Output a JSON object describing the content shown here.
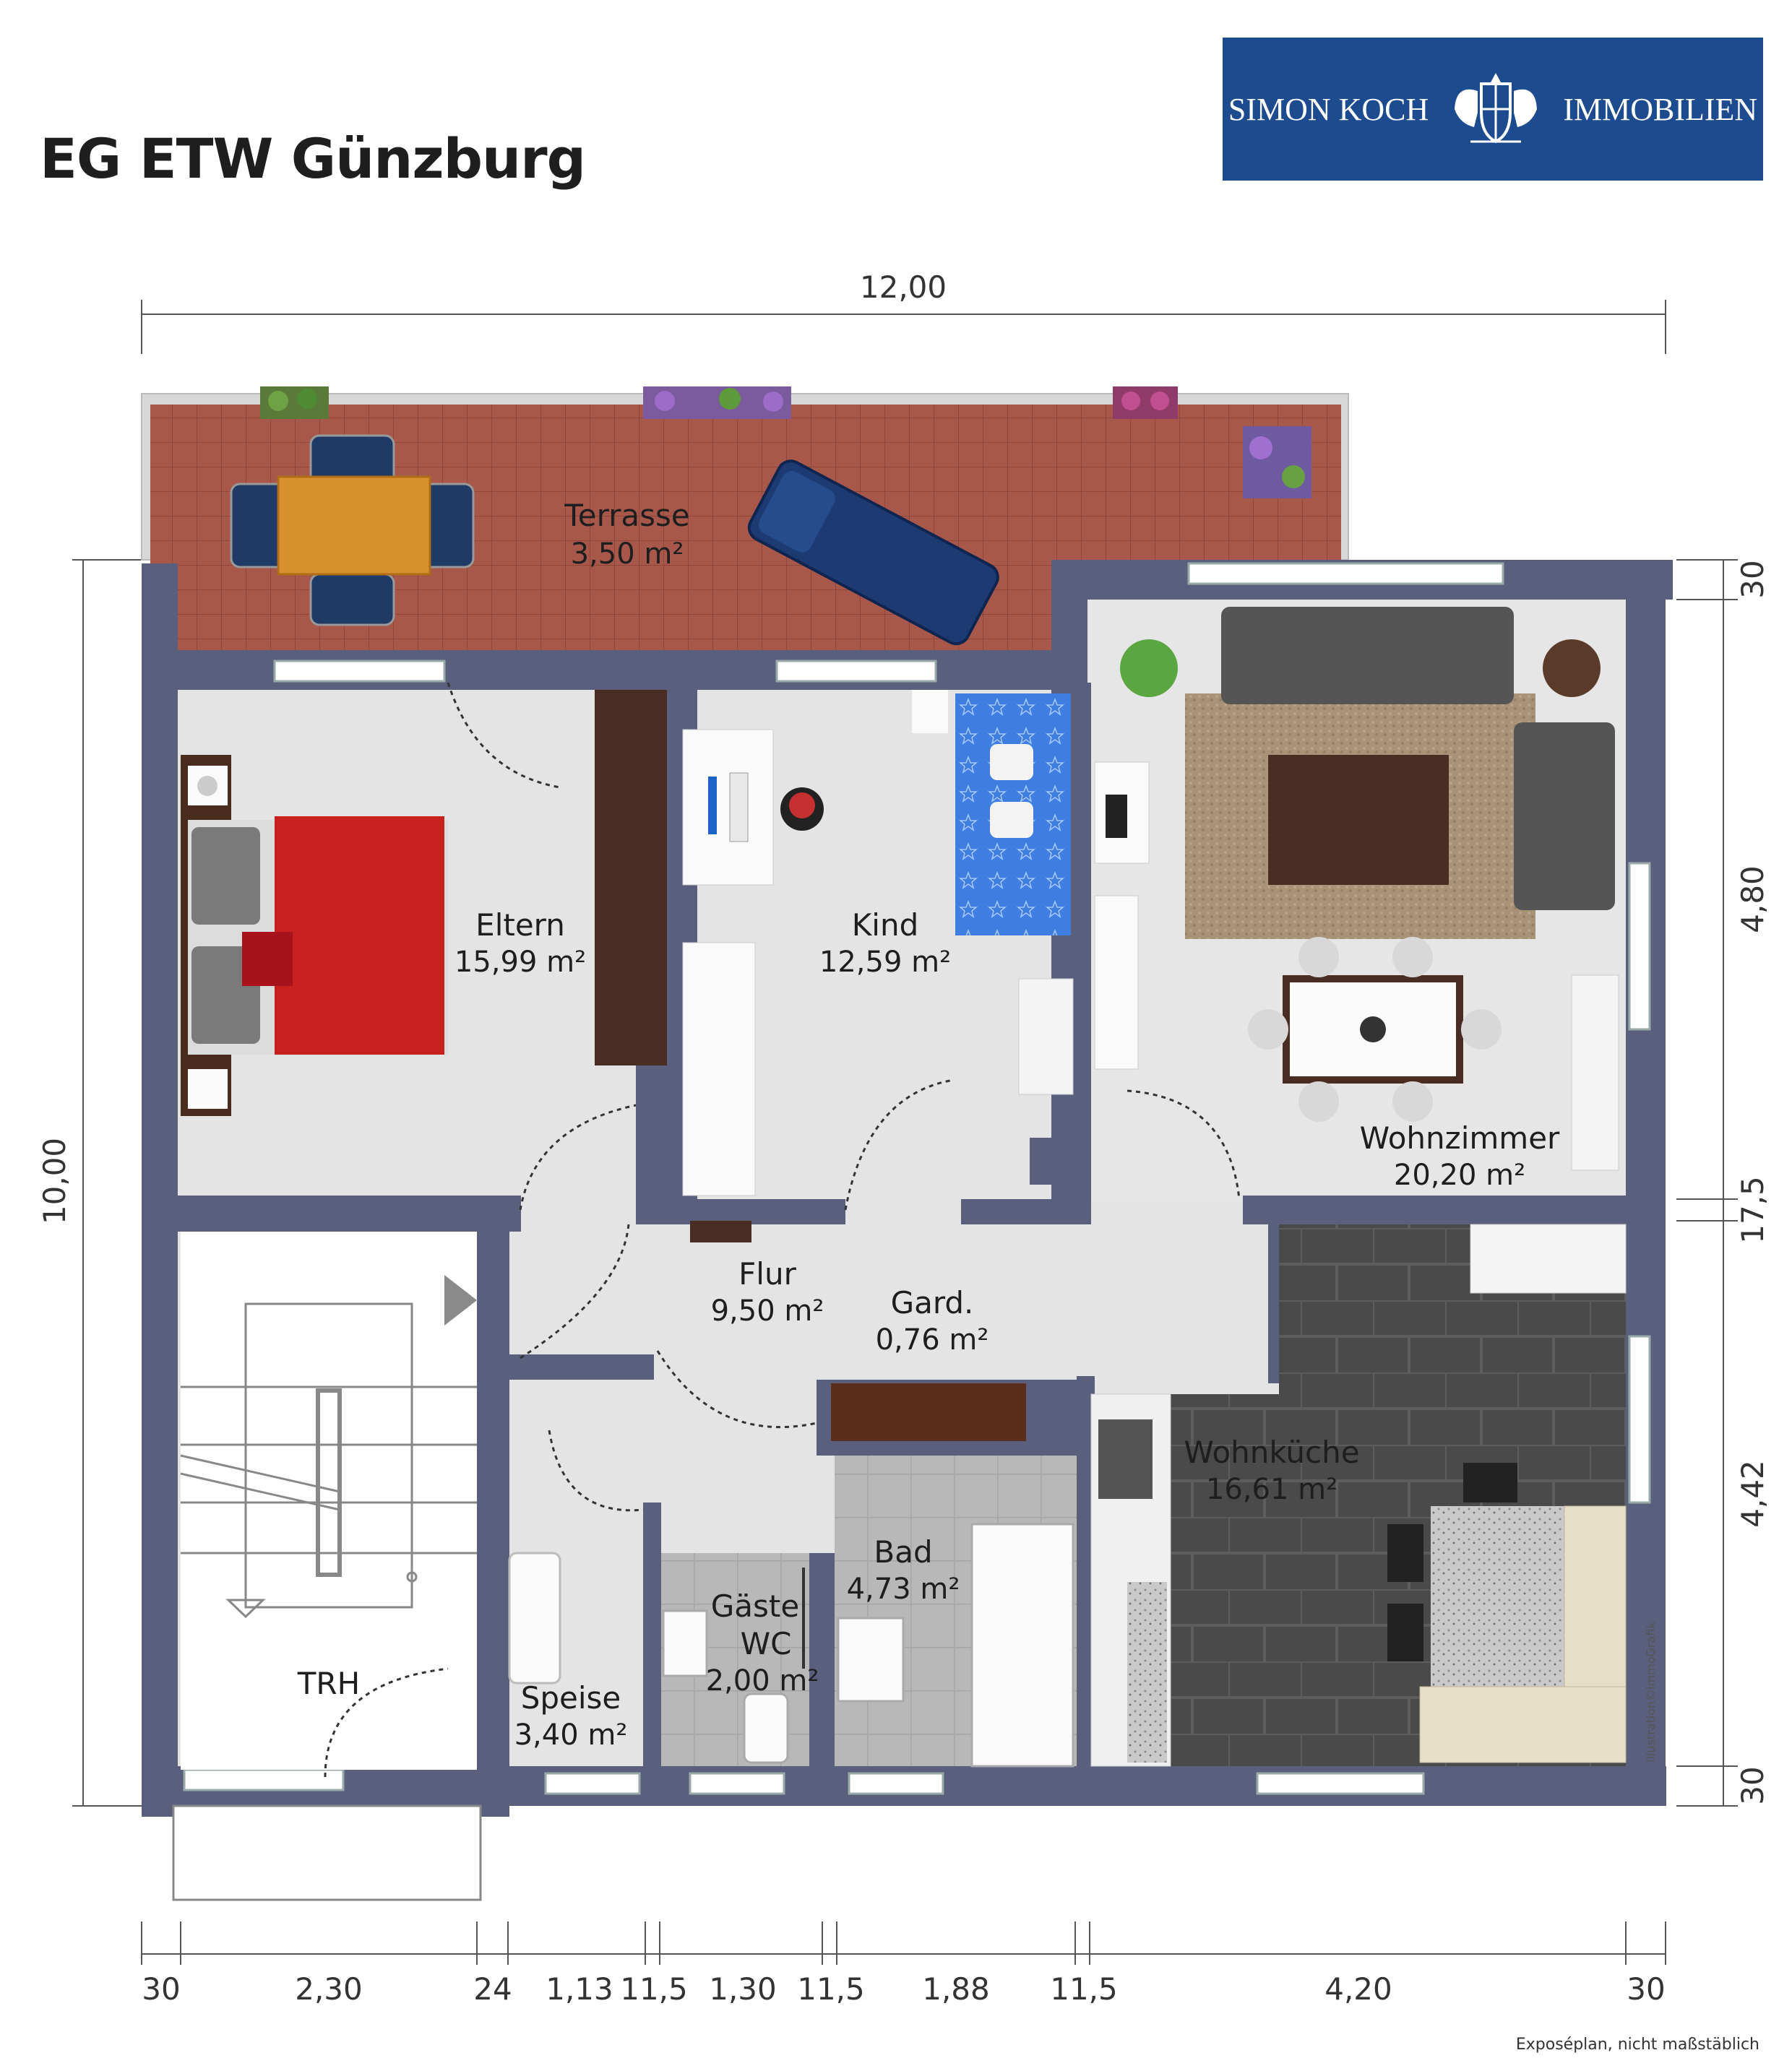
{
  "header": {
    "title": "EG ETW Günzburg",
    "brand_left": "SIMON KOCH",
    "brand_right": "IMMOBILIEN",
    "brand_color": "#1d4b8f"
  },
  "footnote": "Exposéplan, nicht maßstäblich",
  "credit": "illustration©immoGrafik",
  "colors": {
    "wall": "#5a5f7e",
    "floor": "#e4e4e4",
    "terrace": "#a8584a",
    "tile": "#4a4a4a",
    "bath_tile": "#b8b8b8"
  },
  "rooms": {
    "terrasse": {
      "name": "Terrasse",
      "area": "3,50 m²"
    },
    "eltern": {
      "name": "Eltern",
      "area": "15,99 m²"
    },
    "kind": {
      "name": "Kind",
      "area": "12,59 m²"
    },
    "wohnzimmer": {
      "name": "Wohnzimmer",
      "area": "20,20 m²"
    },
    "flur": {
      "name": "Flur",
      "area": "9,50 m²"
    },
    "gard": {
      "name": "Gard.",
      "area": "0,76 m²"
    },
    "wohnkueche": {
      "name": "Wohnküche",
      "area": "16,61 m²"
    },
    "bad": {
      "name": "Bad",
      "area": "4,73 m²"
    },
    "gaeste_wc": {
      "name_1": "Gäste",
      "name_2": "WC",
      "area": "2,00 m²"
    },
    "speise": {
      "name": "Speise",
      "area": "3,40 m²"
    },
    "trh": {
      "name": "TRH"
    }
  },
  "dimensions": {
    "top_width": "12,00",
    "left_height": "10,00",
    "right": [
      "30",
      "4,80",
      "17,5",
      "4,42",
      "30"
    ],
    "bottom": [
      "30",
      "2,30",
      "24",
      "1,13",
      "11,5",
      "1,30",
      "11,5",
      "1,88",
      "11,5",
      "4,20",
      "30"
    ]
  }
}
